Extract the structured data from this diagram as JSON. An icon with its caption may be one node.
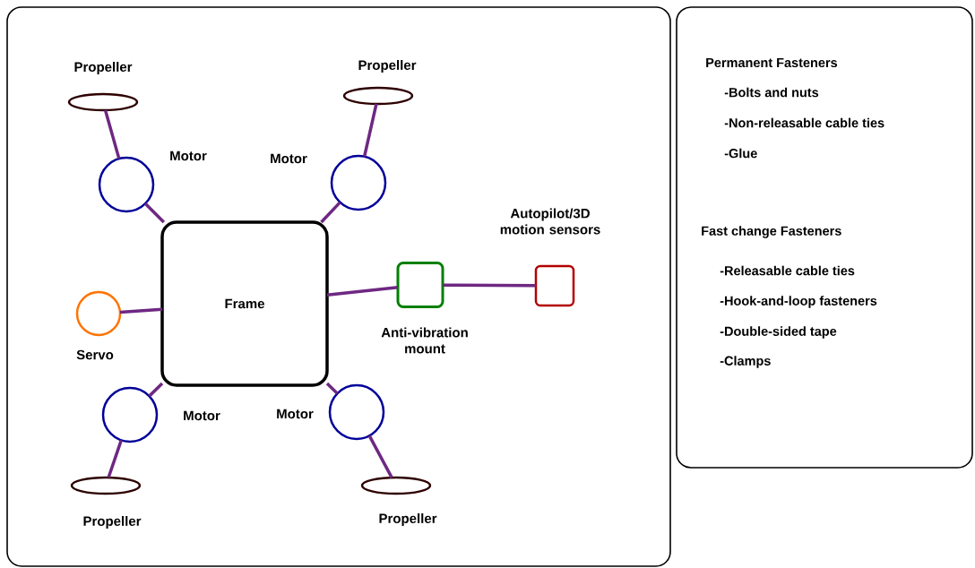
{
  "diagram": {
    "nodes": [
      {
        "text": [],
        "shape": "box"
      },
      {
        "text": [],
        "shape": "ellipse",
        "beside": [
          "Propeller"
        ],
        "in": 0
      },
      {
        "text": [],
        "shape": "ellipse",
        "beside": [
          "Propeller"
        ],
        "in": 0
      },
      {
        "text": [],
        "shape": "circle",
        "beside": [
          "Motor"
        ],
        "in": 0
      },
      {
        "text": [],
        "shape": "circle",
        "beside": [
          "Motor"
        ],
        "in": 0
      },
      {
        "text": [
          "Frame"
        ],
        "in": 0
      },
      {
        "text": [],
        "shape": "circle",
        "beside": [
          "Servo"
        ],
        "in": 0
      },
      {
        "text": [],
        "shape": "box",
        "beside": [
          "Anti-vibration mount"
        ],
        "in": 0
      },
      {
        "text": [],
        "shape": "box",
        "beside": [
          "Autopilot/3D motion sensors"
        ],
        "in": 0
      },
      {
        "text": [],
        "shape": "circle",
        "beside": [
          "Motor"
        ],
        "in": 0
      },
      {
        "text": [],
        "shape": "circle",
        "beside": [
          "Motor"
        ],
        "in": 0
      },
      {
        "text": [],
        "shape": "ellipse",
        "beside": [
          "Propeller"
        ],
        "in": 0
      },
      {
        "text": [],
        "shape": "ellipse",
        "beside": [
          "Propeller"
        ],
        "in": 0
      },
      {
        "text": [
          "Permanent Fasteners",
          "-Bolts and nuts",
          "-Non-releasable cable ties",
          "-Glue",
          "Fast change Fasteners",
          "-Releasable cable ties",
          "-Hook-and-loop fasteners",
          "-Double-sided tape",
          "-Clamps"
        ]
      }
    ],
    "edges": [
      {
        "from": 1,
        "to": 3,
        "arrow": "none"
      },
      {
        "from": 2,
        "to": 4,
        "arrow": "none"
      },
      {
        "from": 3,
        "to": 5,
        "arrow": "none"
      },
      {
        "from": 4,
        "to": 5,
        "arrow": "none"
      },
      {
        "from": 6,
        "to": 5,
        "arrow": "none"
      },
      {
        "from": 5,
        "to": 7,
        "arrow": "none"
      },
      {
        "from": 7,
        "to": 8,
        "arrow": "none"
      },
      {
        "from": 5,
        "to": 9,
        "arrow": "none"
      },
      {
        "from": 5,
        "to": 10,
        "arrow": "none"
      },
      {
        "from": 9,
        "to": 11,
        "arrow": "none"
      },
      {
        "from": 10,
        "to": 12,
        "arrow": "none"
      }
    ]
  }
}
